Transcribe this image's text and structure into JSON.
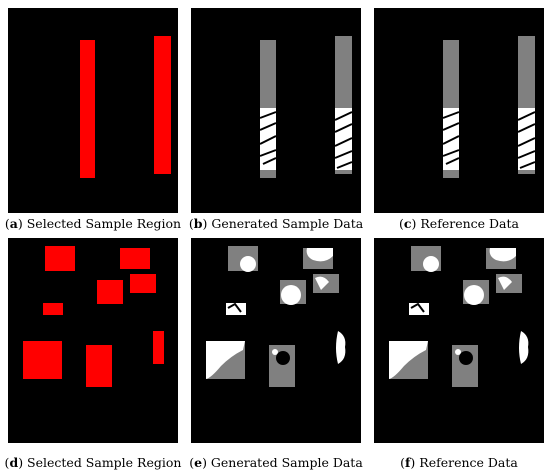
{
  "figure": {
    "colors": {
      "background": "#000000",
      "selected_region": "#ff0000",
      "gray_region": "#808080",
      "white_region": "#ffffff"
    },
    "panels": [
      {
        "id": "a",
        "letter": "a",
        "label": "Selected Sample Region"
      },
      {
        "id": "b",
        "letter": "b",
        "label": "Generated Sample Data"
      },
      {
        "id": "c",
        "letter": "c",
        "label": "Reference Data"
      },
      {
        "id": "d",
        "letter": "d",
        "label": "Selected Sample Region"
      },
      {
        "id": "e",
        "letter": "e",
        "label": "Generated Sample Data"
      },
      {
        "id": "f",
        "letter": "f",
        "label": "Reference Data"
      }
    ]
  }
}
